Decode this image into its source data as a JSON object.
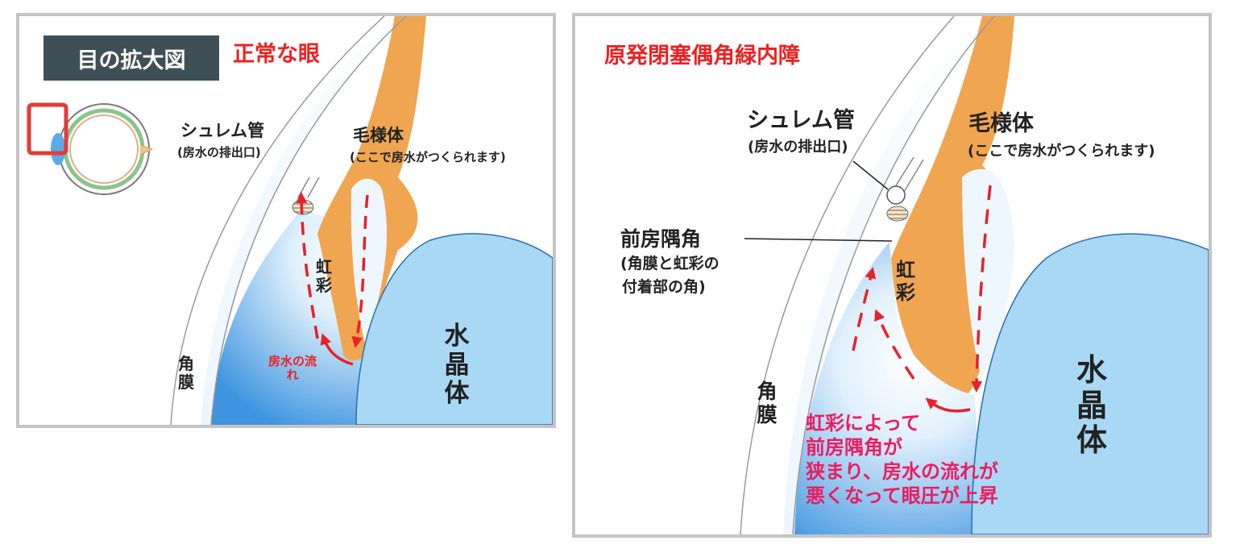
{
  "left_panel": {
    "title_box": "目の拡大図",
    "title": "正常な眼",
    "labels": {
      "schlemm": "シュレム管",
      "schlemm_note": "(房水の排出口)",
      "ciliary": "毛様体",
      "ciliary_note": "(ここで房水がつくられます)",
      "iris": "虹彩",
      "cornea": "角膜",
      "lens": "水晶体",
      "flow": "房水の流れ"
    }
  },
  "right_panel": {
    "title": "原発閉塞偶角緑内障",
    "labels": {
      "schlemm": "シュレム管",
      "schlemm_note": "(房水の排出口)",
      "ciliary": "毛様体",
      "ciliary_note": "(ここで房水がつくられます)",
      "angle": "前房隅角",
      "angle_note_1": "(角膜と虹彩の",
      "angle_note_2": "付着部の角)",
      "iris": "虹彩",
      "cornea": "角膜",
      "lens": "水晶体"
    },
    "explanation": [
      "虹彩によって",
      "前房隅角が",
      "狭まり、房水の流れが",
      "悪くなって眼圧が上昇"
    ]
  },
  "colors": {
    "title_box_bg": "#3e4f58",
    "title_red": "#ee2020",
    "explanation_pink": "#ec1c5f",
    "ciliary_iris": "#f0a550",
    "anterior_chamber": "#5aa9e8",
    "lens": "#a9d8f5",
    "arrow": "#e8202a",
    "panel_border": "#c4c4c4"
  }
}
